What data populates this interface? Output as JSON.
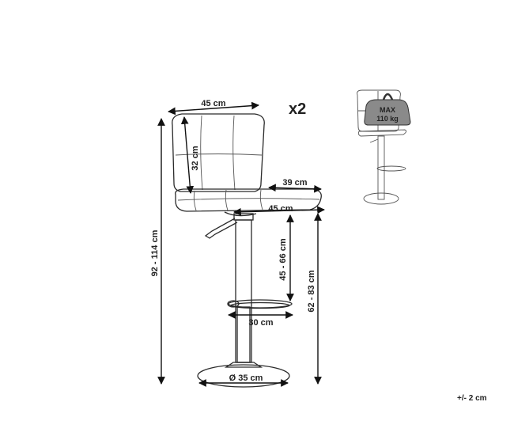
{
  "dimensions": {
    "seat_back_width": "45 cm",
    "backrest_height": "32 cm",
    "seat_depth": "39 cm",
    "seat_width": "45 cm",
    "total_height": "92 - 114 cm",
    "seat_to_footrest": "45 - 66 cm",
    "seat_height": "62 - 83 cm",
    "footrest_width": "30 cm",
    "base_diameter": "Ø 35 cm"
  },
  "quantity": "x2",
  "max_load": {
    "line1": "MAX",
    "line2": "110 kg"
  },
  "tolerance": "+/- 2 cm"
}
